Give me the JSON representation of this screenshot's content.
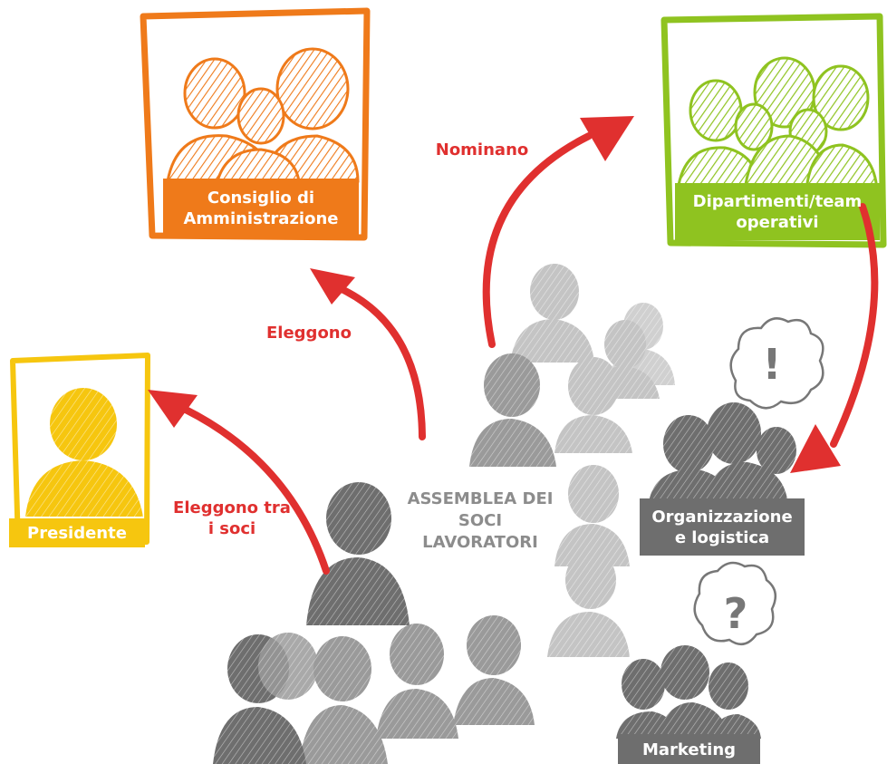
{
  "colors": {
    "orange": "#ef7a1a",
    "green": "#8fc320",
    "yellow": "#f6c60f",
    "red": "#e0302f",
    "dark_gray": "#6e6e6e",
    "mid_gray": "#969696",
    "light_gray": "#bdbdbd"
  },
  "icons": [
    "people-group-icon",
    "person-icon",
    "exclamation-cloud-icon",
    "question-cloud-icon",
    "arrow-icon"
  ],
  "boxes": {
    "consiglio": "Consiglio di Amministrazione",
    "dipartimenti": "Dipartimenti/team operativi",
    "presidente": "Presidente",
    "organizzazione": "Organizzazione e logistica",
    "marketing": "Marketing"
  },
  "arrows": {
    "nominano": "Nominano",
    "eleggono": "Eleggono",
    "eleggono_tra_soci": "Eleggono tra i soci"
  },
  "center": {
    "assemblea": "ASSEMBLEA DEI SOCI LAVORATORI"
  },
  "marks": {
    "exclamation": "!",
    "question": "?"
  }
}
